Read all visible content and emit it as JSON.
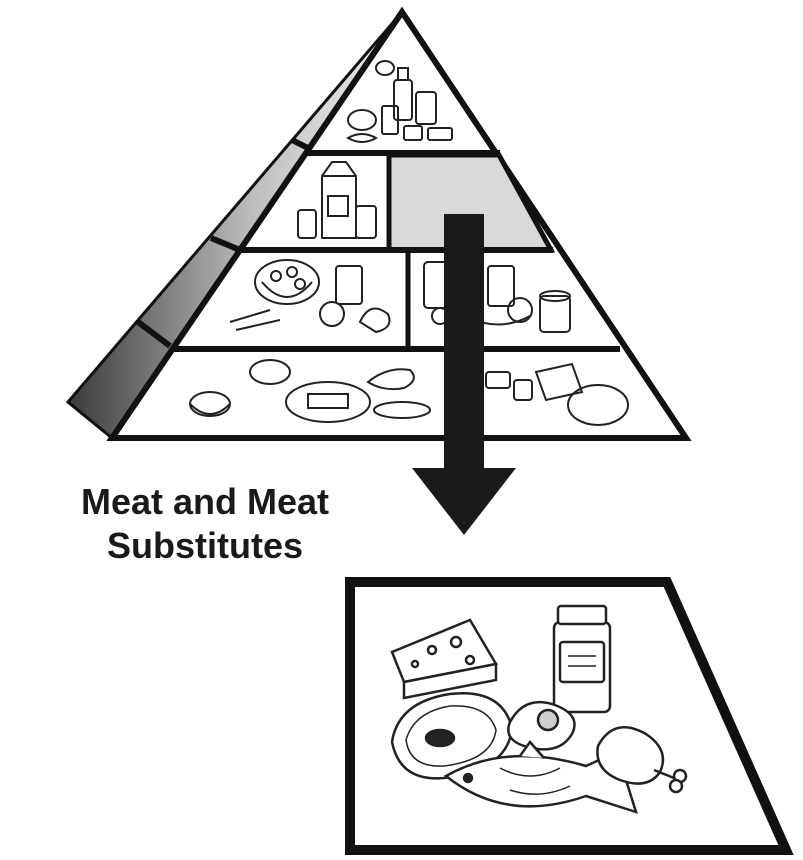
{
  "caption": {
    "line1": "Meat and Meat",
    "line2": "Substitutes"
  },
  "pyramid": {
    "highlighted_section": "meat-and-meat-substitutes",
    "highlight_color": "#d9d9d9",
    "outline_color": "#111111"
  },
  "icons": [
    "oils-sweets-icon",
    "milk-carton-icon",
    "vegetables-icon",
    "fruits-icon",
    "grains-breads-icon",
    "cheese-icon",
    "peanut-butter-jar-icon",
    "steak-icon",
    "egg-icon",
    "fish-icon",
    "chicken-leg-icon"
  ]
}
